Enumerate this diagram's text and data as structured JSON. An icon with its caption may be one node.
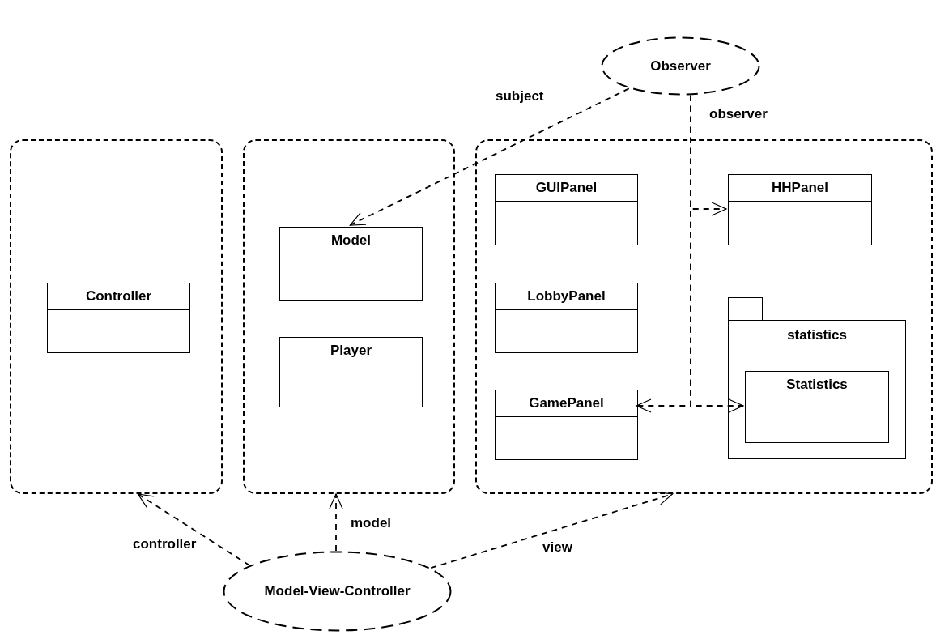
{
  "diagram": {
    "nodes": [
      {
        "text": [
          "Observer"
        ]
      },
      {
        "text": [],
        "shape": "box"
      },
      {
        "text": [],
        "shape": "box"
      },
      {
        "text": [],
        "shape": "box"
      },
      {
        "text": [
          "Controller"
        ],
        "in": 1
      },
      {
        "text": [
          "Model"
        ],
        "in": 2
      },
      {
        "text": [
          "Player"
        ],
        "in": 2
      },
      {
        "text": [
          "GUIPanel"
        ],
        "in": 3
      },
      {
        "text": [
          "HHPanel"
        ],
        "in": 3
      },
      {
        "text": [
          "LobbyPanel"
        ],
        "in": 3
      },
      {
        "text": [
          "statistics"
        ],
        "in": 3
      },
      {
        "text": [
          "Statistics"
        ],
        "in": 10
      },
      {
        "text": [
          "GamePanel"
        ],
        "in": 3
      },
      {
        "text": [
          "Model-View-Controller"
        ]
      }
    ],
    "edges": [
      {
        "from": 0,
        "to": 5,
        "arrow": "to",
        "label": "subject"
      },
      {
        "from": 0,
        "to": 8,
        "arrow": "to",
        "label": "observer"
      },
      {
        "from": 0,
        "to": 11,
        "arrow": "to"
      },
      {
        "from": 0,
        "to": 12,
        "arrow": "to"
      },
      {
        "from": 13,
        "to": 1,
        "arrow": "to",
        "label": "controller"
      },
      {
        "from": 13,
        "to": 2,
        "arrow": "to",
        "label": "model"
      },
      {
        "from": 13,
        "to": 3,
        "arrow": "to",
        "label": "view"
      }
    ]
  }
}
